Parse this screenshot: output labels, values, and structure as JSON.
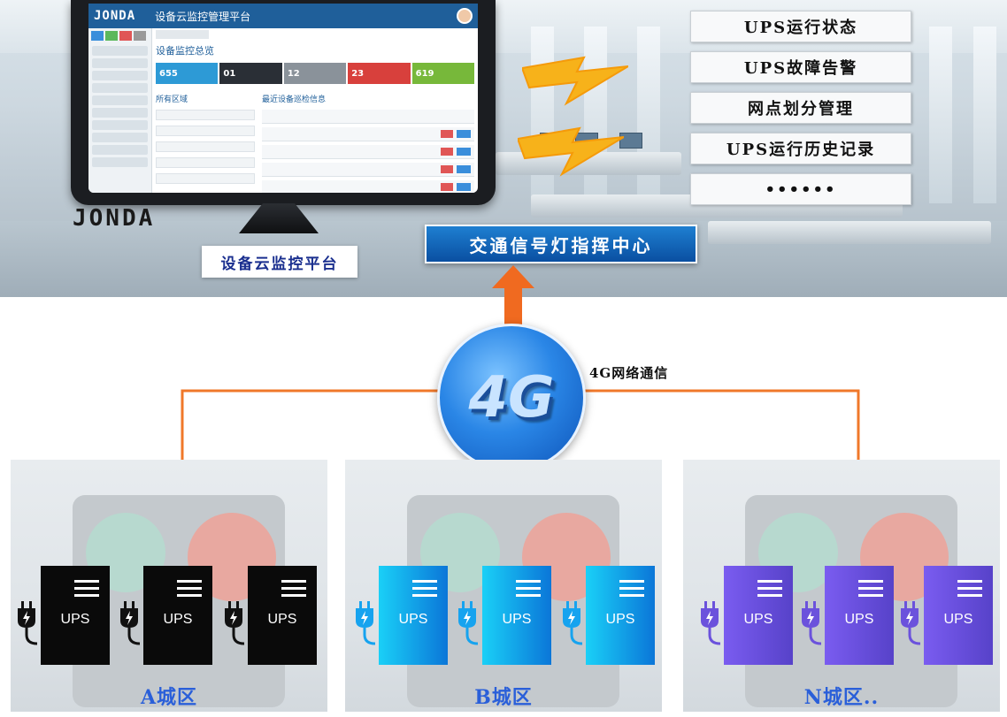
{
  "platform": {
    "screen_logo": "JONDA",
    "screen_title": "设备云监控管理平台",
    "screen_heading": "设备监控总览",
    "stats": [
      "655",
      "01",
      "12",
      "23",
      "619"
    ],
    "section_left": "所有区域",
    "section_right": "最近设备巡检信息",
    "brand_logo": "JONDA",
    "label": "设备云监控平台"
  },
  "center": {
    "label": "交通信号灯指挥中心"
  },
  "features": [
    "UPS运行状态",
    "UPS故障告警",
    "网点划分管理",
    "UPS运行历史记录",
    "••••••"
  ],
  "network": {
    "badge": "4G",
    "label": "4G网络通信"
  },
  "zones": [
    {
      "name": "A城区",
      "color": "#0a0a0a",
      "units": [
        "UPS",
        "UPS",
        "UPS"
      ]
    },
    {
      "name": "B城区",
      "color": "#16a3ef",
      "units": [
        "UPS",
        "UPS",
        "UPS"
      ]
    },
    {
      "name": "N城区..",
      "color": "#6b52dc",
      "units": [
        "UPS",
        "UPS",
        "UPS"
      ]
    }
  ],
  "colors": {
    "link": "#f0782a",
    "arrow": "#f06a20",
    "title_blue": "#1a2f8f",
    "zone_text": "#2a5fd9"
  }
}
